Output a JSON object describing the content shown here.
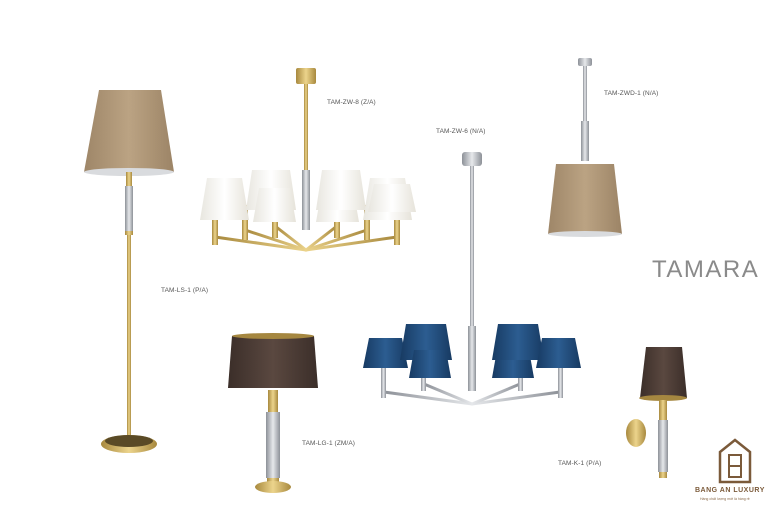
{
  "collection": "TAMARA",
  "labels": {
    "floor": "TAM-LS-1 (P/A)",
    "chandelier_white": "TAM-ZW-8 (Z/A)",
    "chandelier_blue": "TAM-ZW-6 (N/A)",
    "pendant": "TAM-ZWD-1 (N/A)",
    "table": "TAM-LG-1 (ZM/A)",
    "wall": "TAM-K-1 (P/A)"
  },
  "brand": {
    "name": "BANG AN LUXURY",
    "tagline": "Hàng chất lượng mới là hàng rẻ"
  },
  "colors": {
    "brass": "#c9aa5a",
    "beige_shade": "#b09878",
    "white_shade": "#f6f5f0",
    "blue_shade": "#1f4a78",
    "brown_shade": "#4a3a33",
    "chrome": "#b8bcc2"
  }
}
